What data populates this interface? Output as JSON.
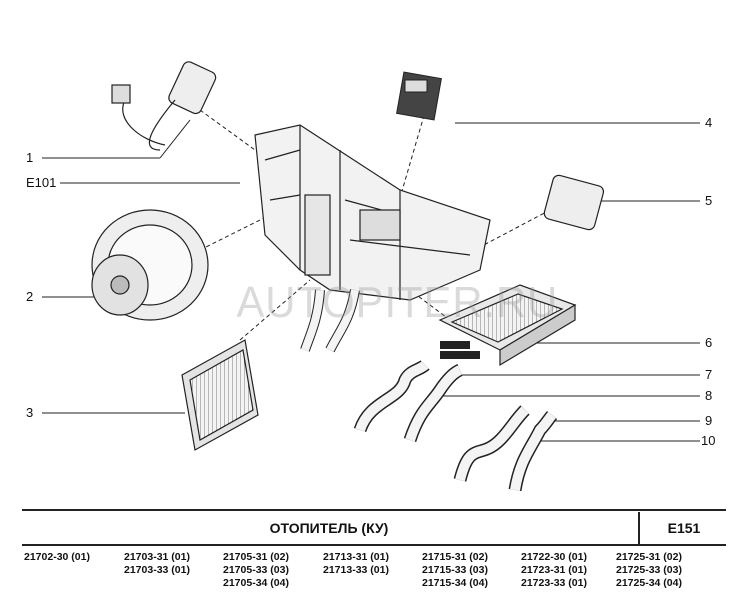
{
  "diagram": {
    "watermark": "AUTOPITER.RU",
    "callouts_left": [
      "1",
      "E101",
      "2",
      "3"
    ],
    "callouts_right": [
      "4",
      "5",
      "6",
      "7",
      "8",
      "9",
      "10"
    ]
  },
  "footer": {
    "title": "ОТОПИТЕЛЬ (КУ)",
    "code": "E151",
    "columns": [
      [
        "21702-30 (01)"
      ],
      [
        "21703-31 (01)",
        "21703-33 (01)"
      ],
      [
        "21705-31 (02)",
        "21705-33 (03)",
        "21705-34 (04)"
      ],
      [
        "21713-31 (01)",
        "21713-33 (01)"
      ],
      [
        "21715-31 (02)",
        "21715-33 (03)",
        "21715-34 (04)"
      ],
      [
        "21722-30 (01)",
        "21723-31 (01)",
        "21723-33 (01)"
      ],
      [
        "21725-31 (02)",
        "21725-33 (03)",
        "21725-34 (04)"
      ]
    ]
  }
}
